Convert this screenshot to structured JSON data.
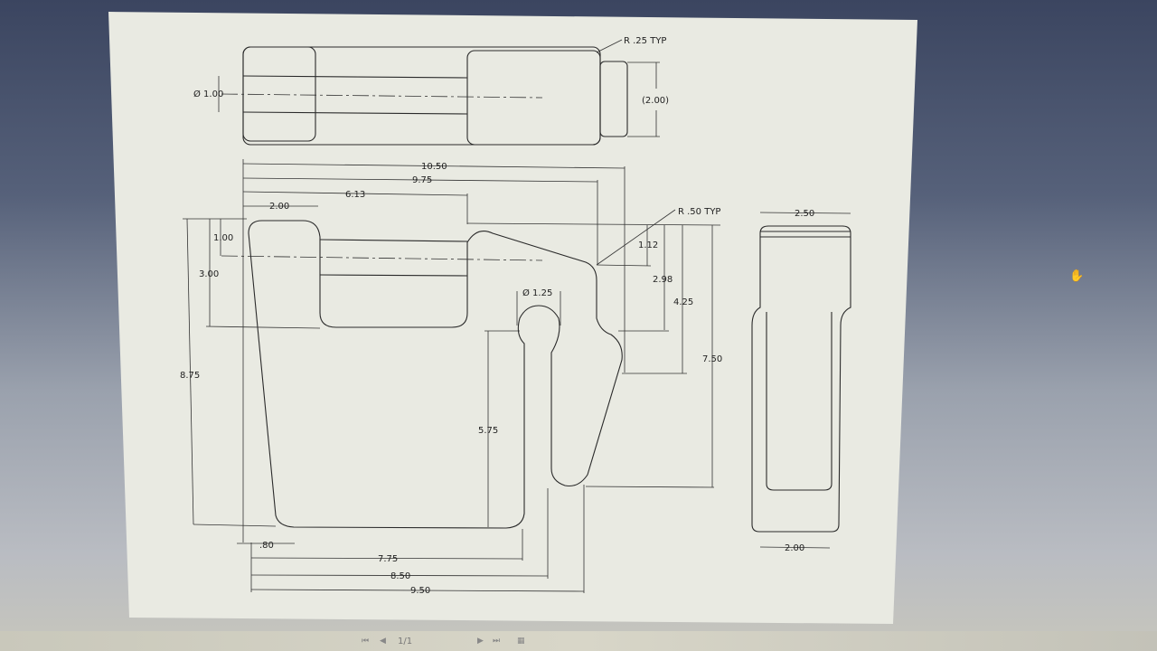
{
  "drawing": {
    "top_view": {
      "radius_note": "R .25 TYP",
      "diameter": "Ø 1.00",
      "height": "(2.00)"
    },
    "front_view": {
      "horizontal_dims": [
        "10.50",
        "9.75",
        "6.13",
        "2.00"
      ],
      "radius_note": "R .50 TYP",
      "left_vertical_dims": [
        "1.00",
        "3.00",
        "8.75"
      ],
      "right_vertical_dims": [
        "1.12",
        "2.98",
        "4.25",
        "7.50"
      ],
      "hole_diameter": "Ø 1.25",
      "slot_depth": "5.75",
      "bottom_dims": [
        ".80",
        "7.75",
        "8.50",
        "9.50"
      ]
    },
    "side_view": {
      "top_width": "2.50",
      "bottom_width": "2.00"
    }
  },
  "toolbar": {
    "page_indicator": "1/1"
  }
}
